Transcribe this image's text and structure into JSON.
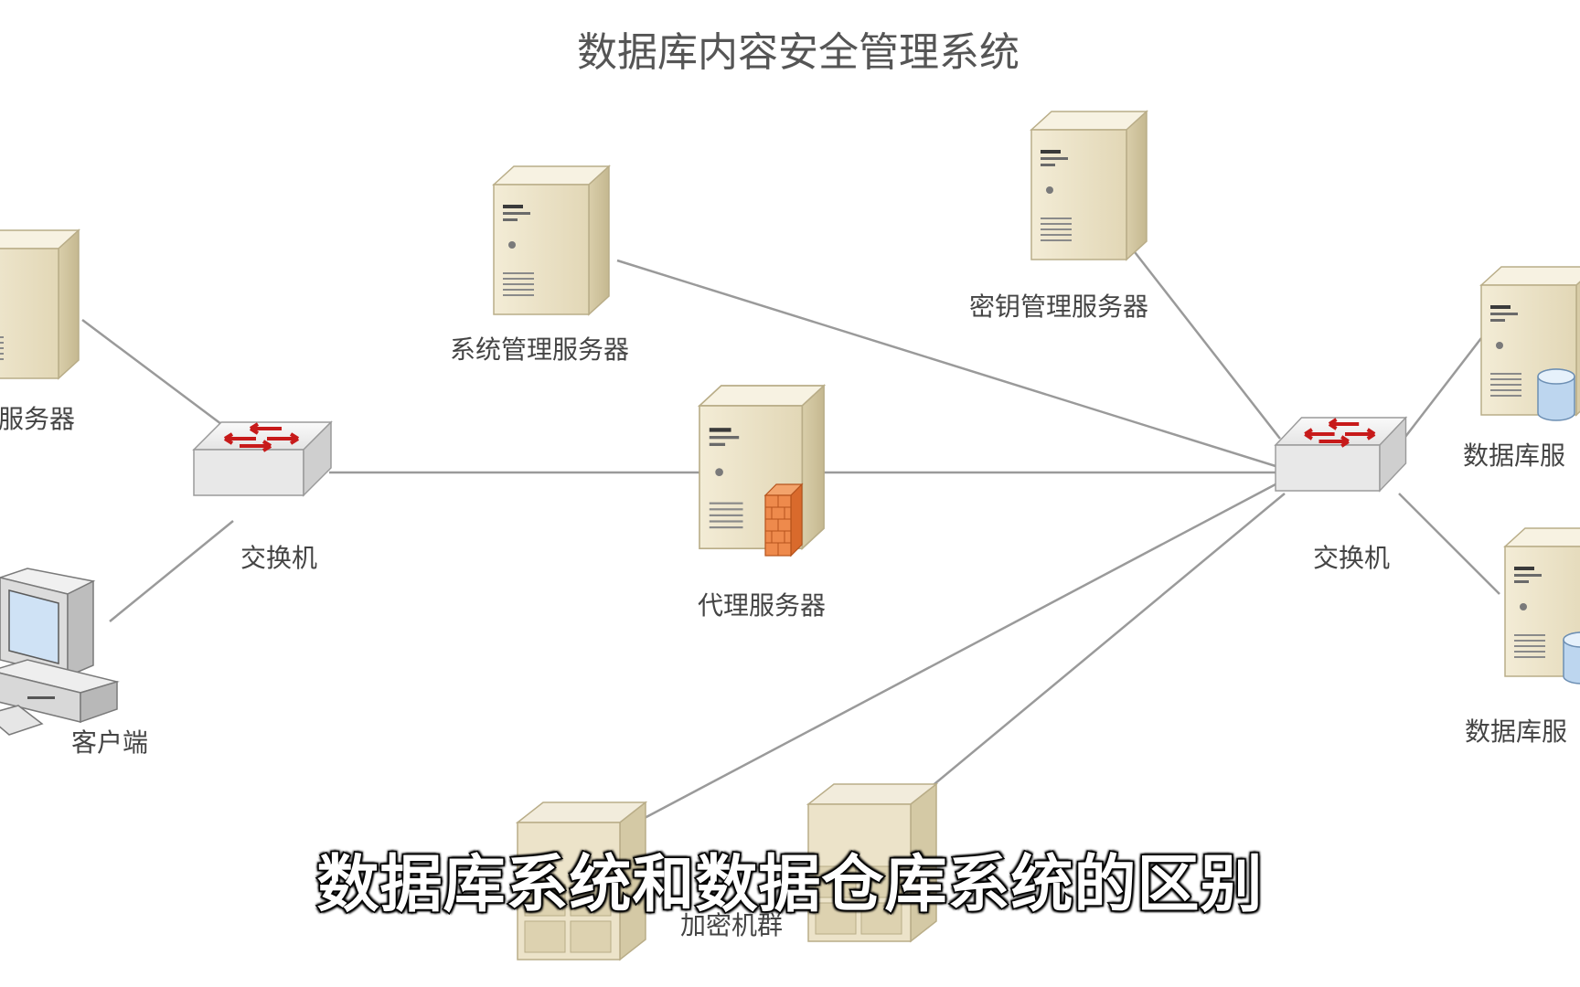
{
  "diagram": {
    "title": "数据库内容安全管理系统",
    "labels": {
      "app_server_left": "服务器",
      "sys_mgmt_server": "系统管理服务器",
      "key_mgmt_server": "密钥管理服务器",
      "switch_left": "交换机",
      "switch_right": "交换机",
      "proxy_server": "代理服务器",
      "client": "客户端",
      "db_server_1": "数据库服",
      "db_server_2": "数据库服",
      "encryption_cluster": "加密机群"
    }
  },
  "subtitle": "数据库系统和数据仓库系统的区别"
}
